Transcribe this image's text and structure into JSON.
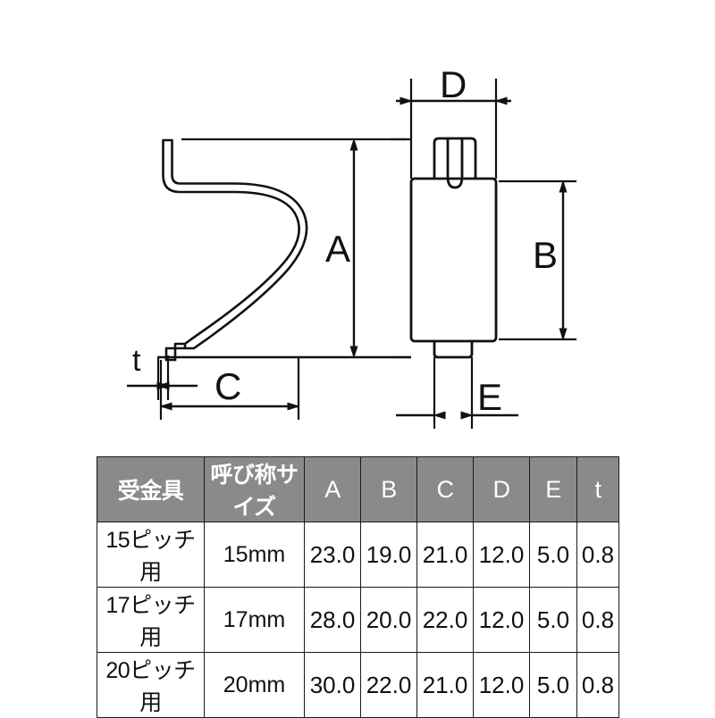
{
  "drawing": {
    "dimension_labels": {
      "A": "A",
      "B": "B",
      "C": "C",
      "D": "D",
      "E": "E",
      "t": "t"
    },
    "views": {
      "side_view_name": "bracket-side-profile",
      "front_view_name": "bracket-front-cylinder"
    }
  },
  "table": {
    "headers": [
      "受金具",
      "呼び称サイズ",
      "A",
      "B",
      "C",
      "D",
      "E",
      "t"
    ],
    "rows": [
      {
        "name": "15ピッチ用",
        "size": "15mm",
        "A": "23.0",
        "B": "19.0",
        "C": "21.0",
        "D": "12.0",
        "E": "5.0",
        "t": "0.8"
      },
      {
        "name": "17ピッチ用",
        "size": "17mm",
        "A": "28.0",
        "B": "20.0",
        "C": "22.0",
        "D": "12.0",
        "E": "5.0",
        "t": "0.8"
      },
      {
        "name": "20ピッチ用",
        "size": "20mm",
        "A": "30.0",
        "B": "22.0",
        "C": "21.0",
        "D": "12.0",
        "E": "5.0",
        "t": "0.8"
      }
    ]
  },
  "colors": {
    "header_bg": "#8a8a8a",
    "header_text": "#ffffff",
    "line": "#111111",
    "background": "#ffffff"
  }
}
